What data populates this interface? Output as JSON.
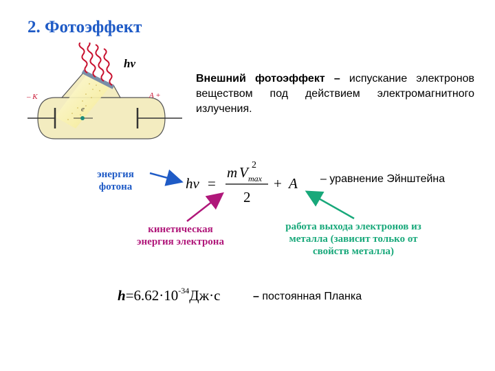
{
  "title": "2. Фотоэффект",
  "definition": {
    "term": "Внешний фотоэффект",
    "dash": "–",
    "text": "испускание электронов веществом под действием электромагнитного излучения."
  },
  "diagram": {
    "photon_label": "hν",
    "cathode_label": "– K",
    "anode_label": "A +",
    "electron_label": "e"
  },
  "formula": {
    "lhs": "hν",
    "equals": "=",
    "numerator_m": "m",
    "numerator_v": "V",
    "exponent": "2",
    "subscript": "max",
    "denominator": "2",
    "plus": "+",
    "work": "A"
  },
  "labels": {
    "photon_energy_line1": "энергия",
    "photon_energy_line2": "фотона",
    "kinetic_line1": "кинетическая",
    "kinetic_line2": "энергия электрона",
    "work_line1": "работа выхода электронов из",
    "work_line2": "металла (зависит только от",
    "work_line3": "свойств металла)"
  },
  "equation_note": "– уравнение Эйнштейна",
  "planck": {
    "symbol": "h",
    "value": "=6.62·10",
    "exponent": "-34",
    "unit": "Дж·с",
    "note_dash": "–",
    "note": "постоянная Планка"
  },
  "colors": {
    "title": "#1f5bc6",
    "photon_label": "#1f5bc6",
    "kinetic_label": "#b0177a",
    "work_label": "#18a87a",
    "photon_waves": "#c8102e",
    "tube_fill": "#f3ecc0"
  }
}
